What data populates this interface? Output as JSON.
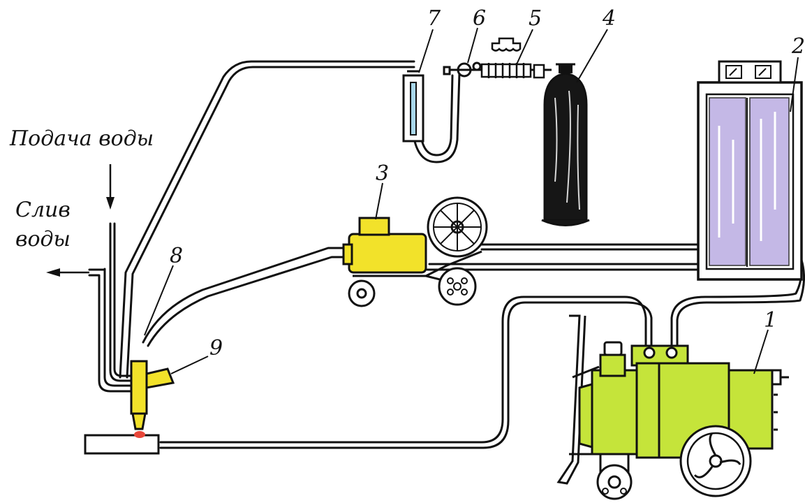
{
  "labels": {
    "water_supply": "Подача воды",
    "water_drain_line1": "Слив",
    "water_drain_line2": "воды",
    "n1": "1",
    "n2": "2",
    "n3": "3",
    "n4": "4",
    "n5": "5",
    "n6": "6",
    "n7": "7",
    "n8": "8",
    "n9": "9"
  },
  "colors": {
    "generator": "#c5e43a",
    "control_cabinet": "#c4b8e6",
    "wire_feeder": "#f2e22a",
    "torch": "#f2e22a",
    "arc_spot": "#e8473a",
    "line": "#111111"
  }
}
